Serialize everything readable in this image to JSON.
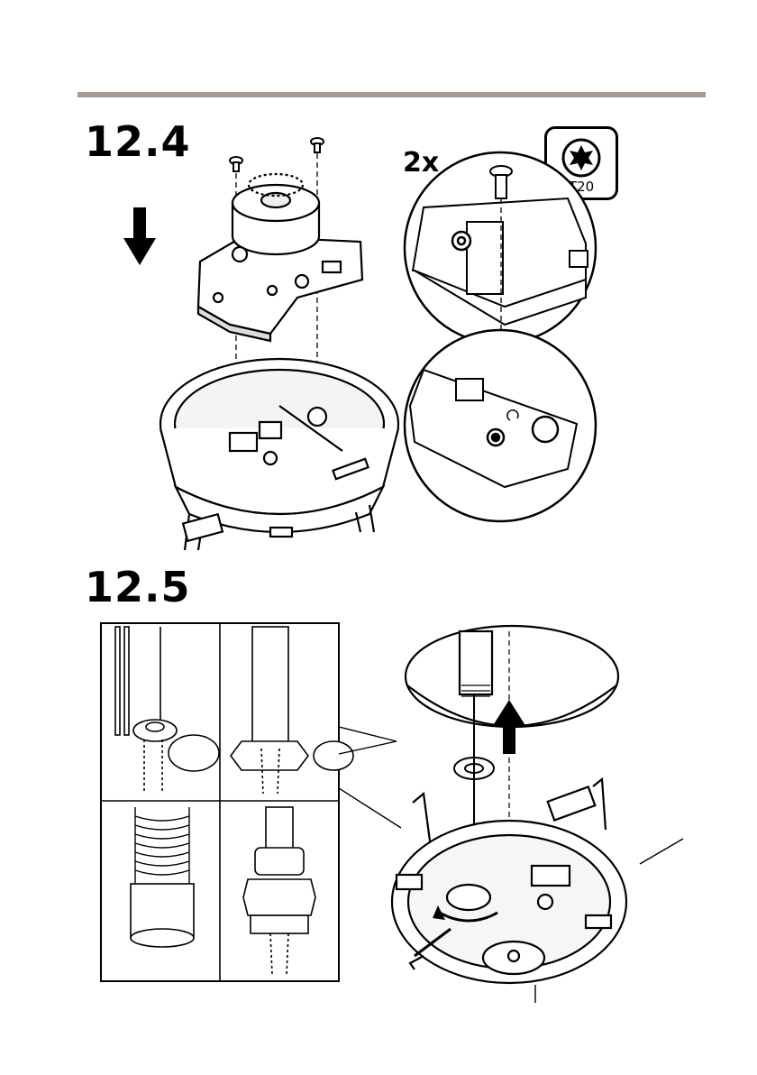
{
  "header": {
    "rule_color": "#a89a94"
  },
  "steps": [
    {
      "number": "12.4",
      "quantity_label": "2x",
      "tool_label": "T20"
    },
    {
      "number": "12.5"
    }
  ],
  "icons": [
    "down-arrow-icon",
    "up-arrow-icon",
    "torx-t20-icon",
    "rotate-arrow-icon",
    "screw-icon"
  ]
}
